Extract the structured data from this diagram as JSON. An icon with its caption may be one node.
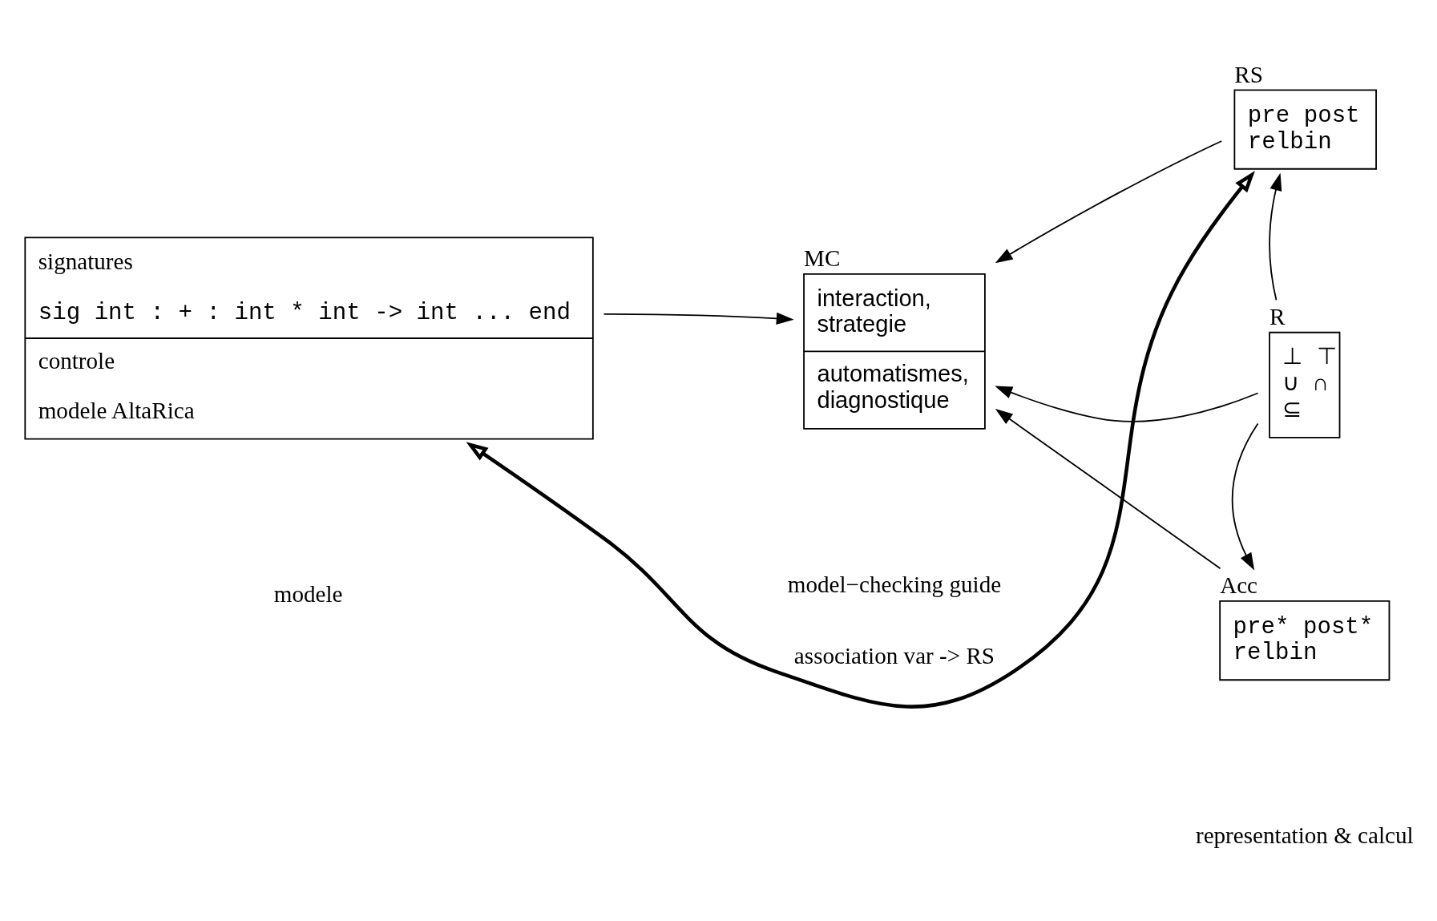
{
  "diagram": {
    "nodes": [
      {
        "text": [
          "signatures",
          "sig int : + : int * int -> int ... end",
          "controle",
          "modele AltaRica"
        ]
      },
      {
        "text": [
          "MC",
          "interaction, strategie",
          "automatismes, diagnostique"
        ]
      },
      {
        "text": [
          "RS",
          "pre post relbin"
        ]
      },
      {
        "text": [
          "R",
          "⊥ ⊤ ∪ ∩ ⊆"
        ]
      },
      {
        "text": [
          "Acc",
          "pre* post* relbin"
        ]
      }
    ],
    "edges": [
      {
        "from": 2,
        "to": 0,
        "arrow": "both",
        "style": "thick",
        "label": "association var -> RS"
      },
      {
        "from": 0,
        "to": 1,
        "arrow": "to"
      },
      {
        "from": 2,
        "to": 1,
        "arrow": "to"
      },
      {
        "from": 3,
        "to": 1,
        "arrow": "to"
      },
      {
        "from": 4,
        "to": 1,
        "arrow": "to"
      },
      {
        "from": 3,
        "to": 2,
        "arrow": "to"
      },
      {
        "from": 3,
        "to": 4,
        "arrow": "to"
      }
    ],
    "labels": [
      "modele",
      "model−checking guide",
      "representation & calcul"
    ]
  }
}
